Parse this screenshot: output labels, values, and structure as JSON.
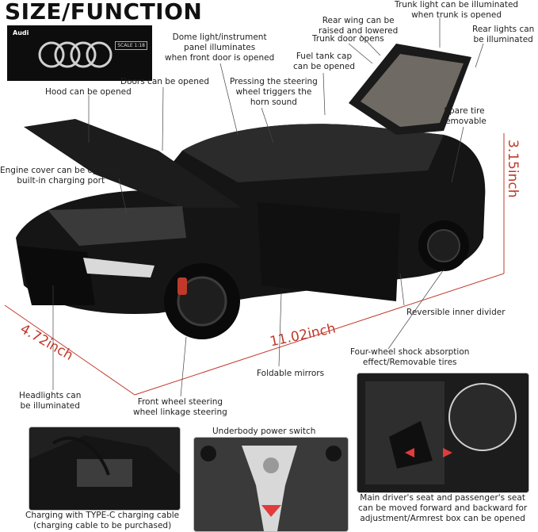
{
  "title": "SIZE/FUNCTION",
  "brand": {
    "name": "Audi",
    "scale_label": "SCALE 1:18"
  },
  "dimensions": {
    "height": "3.15inch",
    "length": "11.02inch",
    "width": "4.72inch"
  },
  "labels": {
    "trunk_light": "Trunk light can be illuminated\nwhen trunk is opened",
    "rear_wing": "Rear wing can be\nraised and lowered",
    "trunk_door": "Trunk door opens",
    "rear_lights": "Rear lights can\nbe illuminated",
    "dome_light": "Dome light/instrument\npanel illuminates\nwhen front door is opened",
    "fuel_tank": "Fuel tank cap\ncan be opened",
    "doors": "Doors can be opened",
    "steering_horn": "Pressing the steering\nwheel triggers the\nhorn sound",
    "hood": "Hood can be opened",
    "spare_tire": "Spare tire\nremovable",
    "engine_cover": "Engine cover can be opened/\nbuilt-in charging port",
    "inner_divider": "Reversible inner divider",
    "shock_absorption": "Four-wheel shock absorption\neffect/Removable tires",
    "mirrors": "Foldable mirrors",
    "headlights": "Headlights can\nbe illuminated",
    "front_steering": "Front wheel steering\nwheel linkage steering",
    "underbody_switch": "Underbody power switch",
    "typec": "Charging with TYPE-C charging cable\n(charging cable to be purchased)",
    "seats": "Main driver's seat and passenger's seat\ncan be moved forward and backward for\nadjustment/Armrest box can be opened"
  }
}
